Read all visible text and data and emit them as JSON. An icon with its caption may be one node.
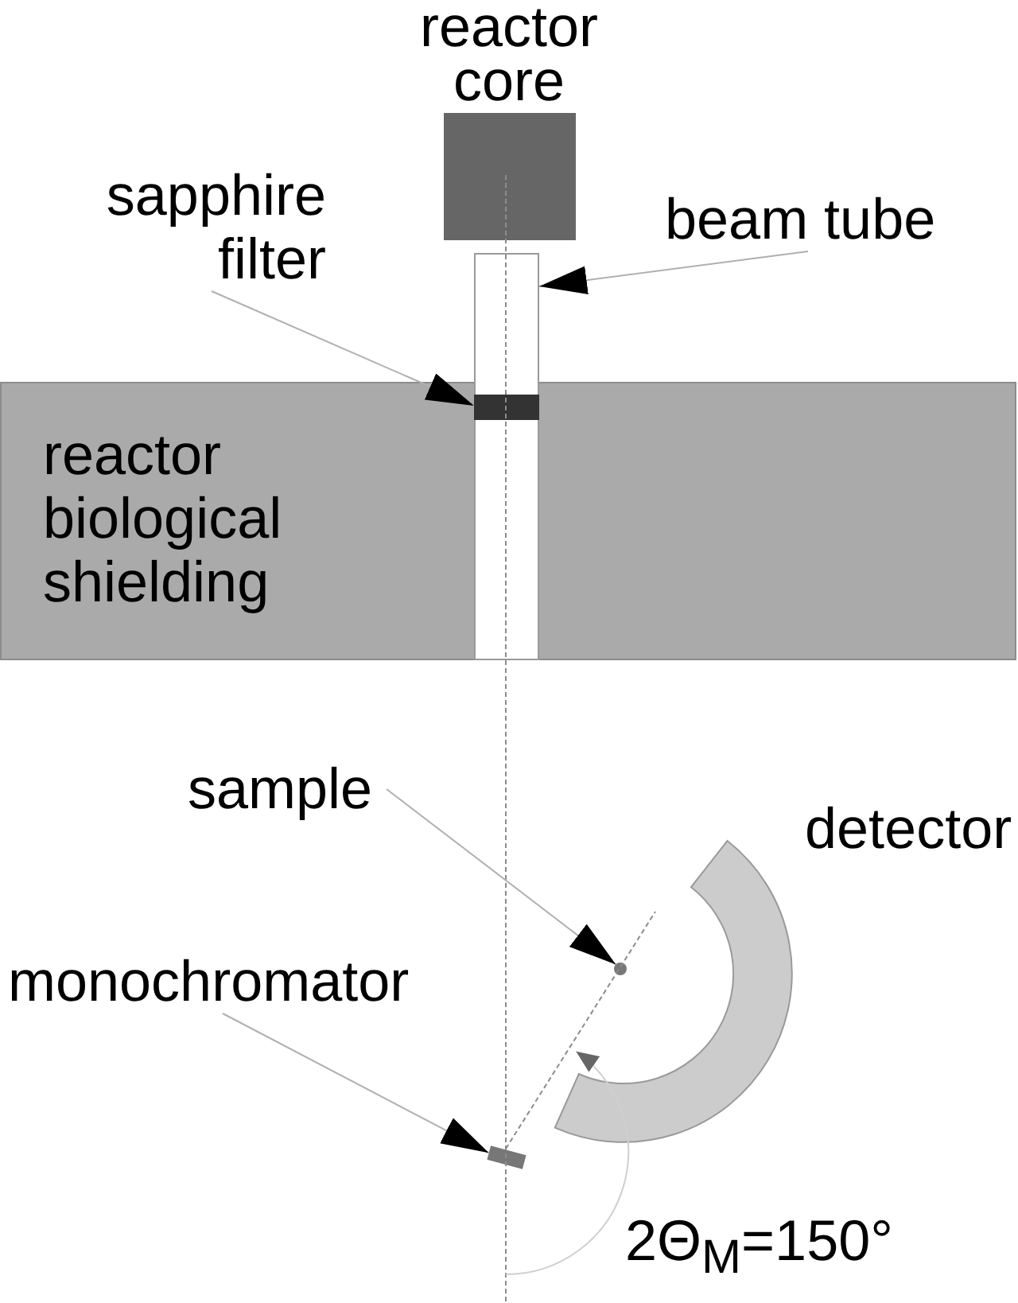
{
  "diagram": {
    "nodes": [
      {
        "text": [
          "reactor core"
        ]
      },
      {
        "text": [
          "sapphire filter"
        ]
      },
      {
        "text": [
          "beam tube"
        ]
      },
      {
        "text": [],
        "shape": "box"
      },
      {
        "text": [],
        "shape": "bar"
      },
      {
        "text": [
          "reactor biological shielding"
        ]
      },
      {
        "text": [
          "sample"
        ]
      },
      {
        "text": [
          "detector"
        ]
      },
      {
        "text": [],
        "shape": "circle"
      },
      {
        "text": [
          "monochromator"
        ]
      },
      {
        "text": [],
        "shape": "bar"
      }
    ],
    "edges": [
      {
        "from": 1,
        "to": 4,
        "arrow": "to"
      },
      {
        "from": 2,
        "to": 3,
        "arrow": "to"
      },
      {
        "from": 6,
        "to": 8,
        "arrow": "to"
      },
      {
        "from": 9,
        "to": 10,
        "arrow": "to"
      }
    ],
    "labels": [
      "2Θ$_{M}$=150°"
    ]
  }
}
